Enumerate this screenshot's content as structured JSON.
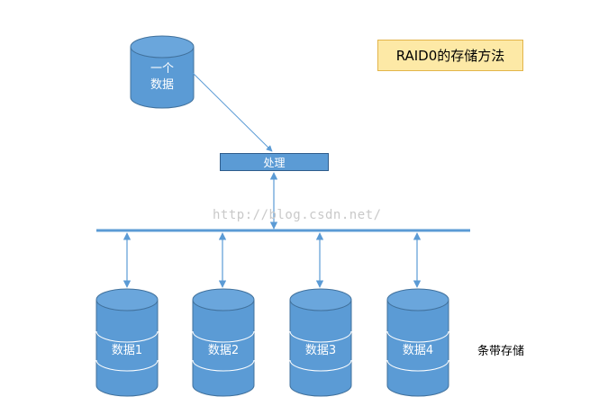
{
  "title": "RAID0的存储方法",
  "source": {
    "line1": "一个",
    "line2": "数据"
  },
  "process_label": "处理",
  "watermark": "http://blog.csdn.net/",
  "disks": [
    {
      "label": "数据1"
    },
    {
      "label": "数据2"
    },
    {
      "label": "数据3"
    },
    {
      "label": "数据4"
    }
  ],
  "stripe_label": "条带存储",
  "colors": {
    "cylinder_fill": "#5b9bd5",
    "cylinder_stroke": "#41719c",
    "connector": "#5b9bd5",
    "title_fill": "#fde9a6",
    "title_border": "#e3b54a"
  }
}
